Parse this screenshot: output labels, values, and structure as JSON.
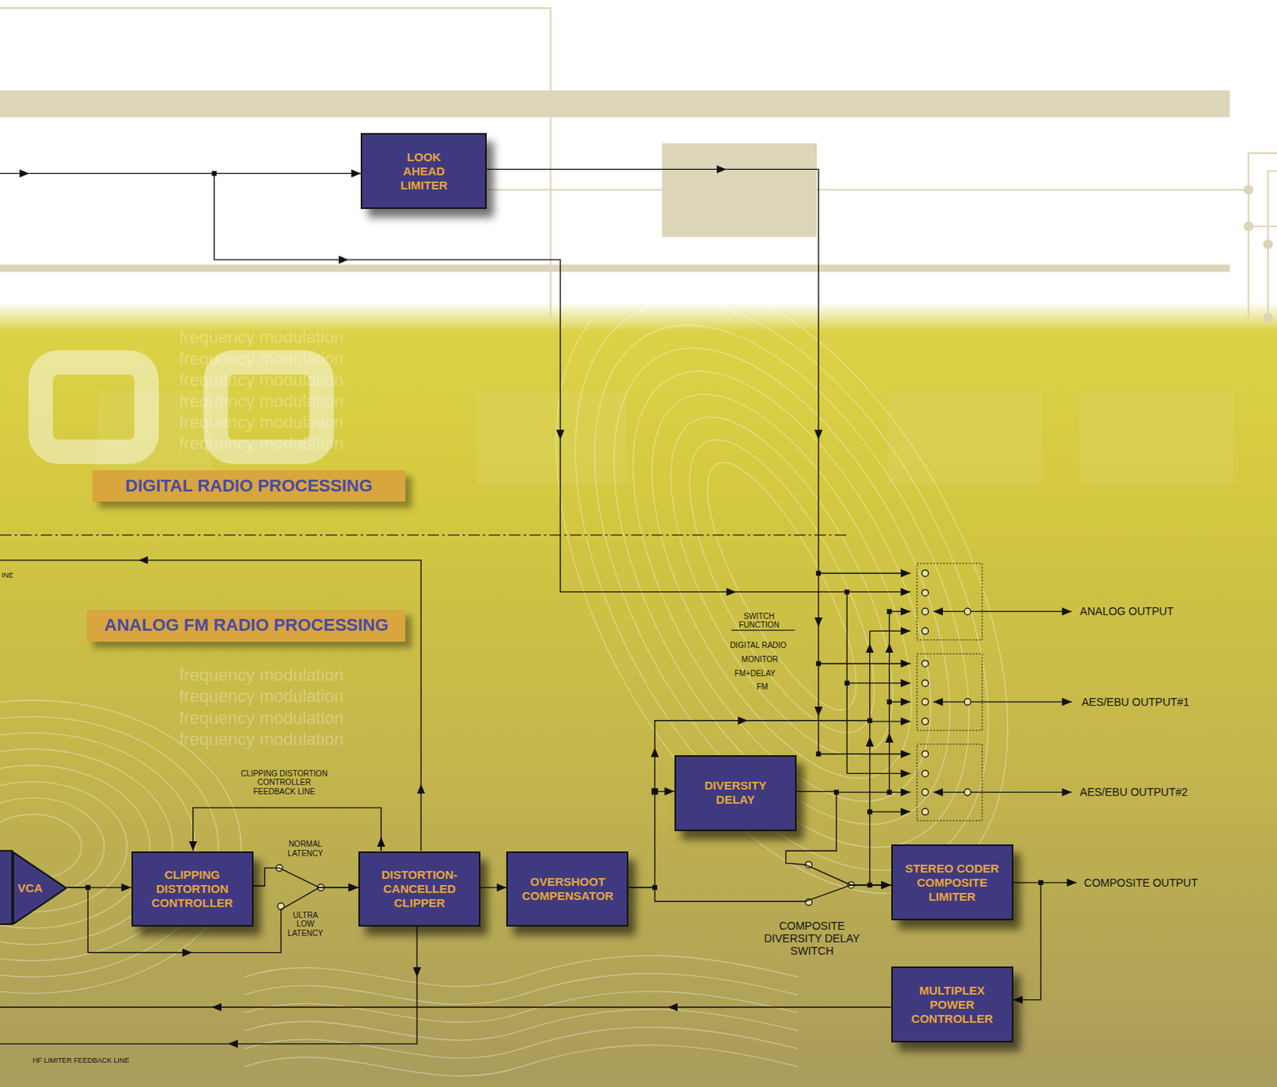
{
  "diagram": {
    "nodes": [
      {
        "text": [
          "LOOK AHEAD LIMITER"
        ]
      },
      {
        "text": [
          "DIGITAL RADIO PROCESSING"
        ]
      },
      {
        "text": [
          "ANALOG FM RADIO PROCESSING"
        ]
      },
      {
        "text": [
          "VCA"
        ]
      },
      {
        "text": [
          "CLIPPING DISTORTION CONTROLLER"
        ]
      },
      {
        "text": [
          "DISTORTION-CANCELLED CLIPPER"
        ]
      },
      {
        "text": [
          "OVERSHOOT COMPENSATOR"
        ]
      },
      {
        "text": [
          "DIVERSITY DELAY"
        ]
      },
      {
        "text": [
          "STEREO CODER COMPOSITE LIMITER"
        ]
      },
      {
        "text": [
          "MULTIPLEX POWER CONTROLLER"
        ]
      }
    ],
    "edges": [
      {
        "from": 3,
        "to": 4,
        "arrow": "to"
      },
      {
        "from": 3,
        "to": 5,
        "arrow": "to"
      },
      {
        "from": 4,
        "to": 5,
        "arrow": "to"
      },
      {
        "from": 5,
        "to": 4,
        "label": "CLIPPING DISTORTION CONTROLLER FEEDBACK LINE",
        "arrow": "to"
      },
      {
        "from": 5,
        "to": 6,
        "arrow": "to"
      },
      {
        "from": 6,
        "to": 7,
        "arrow": "to"
      },
      {
        "from": 6,
        "to": 8,
        "arrow": "to"
      },
      {
        "from": 7,
        "to": 8,
        "arrow": "to"
      },
      {
        "from": 8,
        "to": 9,
        "arrow": "to"
      }
    ],
    "labels": [
      "INE",
      "SWITCH FUNCTION",
      "DIGITAL RADIO",
      "MONITOR",
      "FM+DELAY",
      "FM",
      "ANALOG OUTPUT",
      "AES/EBU OUTPUT#1",
      "AES/EBU OUTPUT#2",
      "NORMAL LATENCY",
      "ULTRA LOW LATENCY",
      "COMPOSITE OUTPUT",
      "COMPOSITE DIVERSITY DELAY SWITCH",
      "HF LIMITER FEEDBACK LINE",
      "frequency modulation",
      "frequency modulation",
      "frequency modulation",
      "frequency modulation",
      "frequency modulation",
      "frequency modulation",
      "frequency modulation",
      "frequency modulation",
      "frequency modulation",
      "frequency modulation"
    ]
  }
}
